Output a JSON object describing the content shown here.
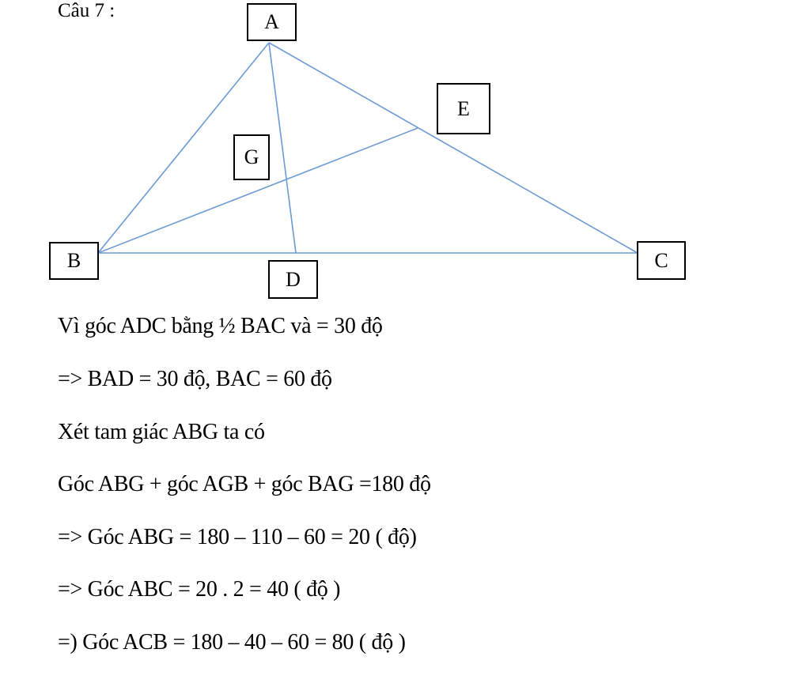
{
  "heading": "Câu 7 :",
  "figure": {
    "line_color": "#6c9ad4",
    "points": {
      "A": "A",
      "B": "B",
      "C": "C",
      "D": "D",
      "E": "E",
      "G": "G"
    },
    "segments": [
      "AB",
      "AC",
      "BC",
      "AD",
      "BE"
    ]
  },
  "solution": [
    "Vì góc ADC bằng ½ BAC và = 30 độ",
    "=> BAD = 30 độ, BAC = 60 độ",
    "Xét tam giác ABG ta có",
    "Góc ABG + góc AGB + góc BAG =180 độ",
    "=> Góc ABG = 180 – 110 – 60 = 20 ( độ)",
    "=> Góc ABC = 20 . 2 = 40 ( độ )",
    "=) Góc ACB = 180 – 40 – 60 = 80 ( độ )"
  ]
}
